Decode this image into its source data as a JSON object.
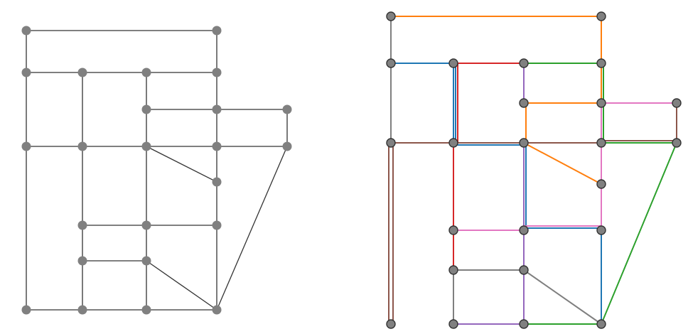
{
  "diagrams": [
    {
      "id": "plain-graph",
      "edge_color": "#333333",
      "node_fill": "#808080",
      "node_stroke": "none",
      "nodes": [
        {
          "id": "A"
        },
        {
          "id": "B"
        },
        {
          "id": "C"
        },
        {
          "id": "D"
        },
        {
          "id": "E"
        },
        {
          "id": "F"
        },
        {
          "id": "G"
        },
        {
          "id": "H"
        },
        {
          "id": "I"
        },
        {
          "id": "J"
        },
        {
          "id": "K"
        },
        {
          "id": "L"
        },
        {
          "id": "M"
        },
        {
          "id": "N"
        },
        {
          "id": "O"
        },
        {
          "id": "P"
        },
        {
          "id": "Q"
        },
        {
          "id": "R"
        },
        {
          "id": "S"
        },
        {
          "id": "T"
        },
        {
          "id": "U"
        },
        {
          "id": "V"
        },
        {
          "id": "W"
        }
      ],
      "edges": [
        [
          "A",
          "B"
        ],
        [
          "C",
          "D"
        ],
        [
          "D",
          "E"
        ],
        [
          "E",
          "F"
        ],
        [
          "G",
          "H"
        ],
        [
          "H",
          "I"
        ],
        [
          "J",
          "K"
        ],
        [
          "K",
          "L"
        ],
        [
          "L",
          "M"
        ],
        [
          "M",
          "N"
        ],
        [
          "O",
          "P"
        ],
        [
          "P",
          "Q"
        ],
        [
          "R",
          "S"
        ],
        [
          "T",
          "U"
        ],
        [
          "U",
          "V"
        ],
        [
          "V",
          "W"
        ],
        [
          "A",
          "C"
        ],
        [
          "C",
          "J"
        ],
        [
          "J",
          "T"
        ],
        [
          "D",
          "K"
        ],
        [
          "K",
          "O"
        ],
        [
          "O",
          "R"
        ],
        [
          "R",
          "U"
        ],
        [
          "E",
          "G"
        ],
        [
          "G",
          "L"
        ],
        [
          "L",
          "P"
        ],
        [
          "P",
          "S"
        ],
        [
          "S",
          "V"
        ],
        [
          "B",
          "F"
        ],
        [
          "F",
          "H"
        ],
        [
          "H",
          "M"
        ],
        [
          "M",
          "Q"
        ],
        [
          "Q",
          "W"
        ],
        [
          "I",
          "N"
        ],
        [
          "L",
          "W2"
        ],
        [
          "N",
          "W"
        ],
        [
          "S",
          "W"
        ]
      ]
    },
    {
      "id": "colored-graph",
      "node_fill": "#808080",
      "node_stroke": "#333333",
      "colors": {
        "orange": "#ff7f0e",
        "blue": "#1f77b4",
        "red": "#d62728",
        "green": "#2ca02c",
        "purple": "#9467bd",
        "pink": "#e377c2",
        "brown": "#8c564b",
        "gray": "#7f7f7f"
      }
    }
  ]
}
